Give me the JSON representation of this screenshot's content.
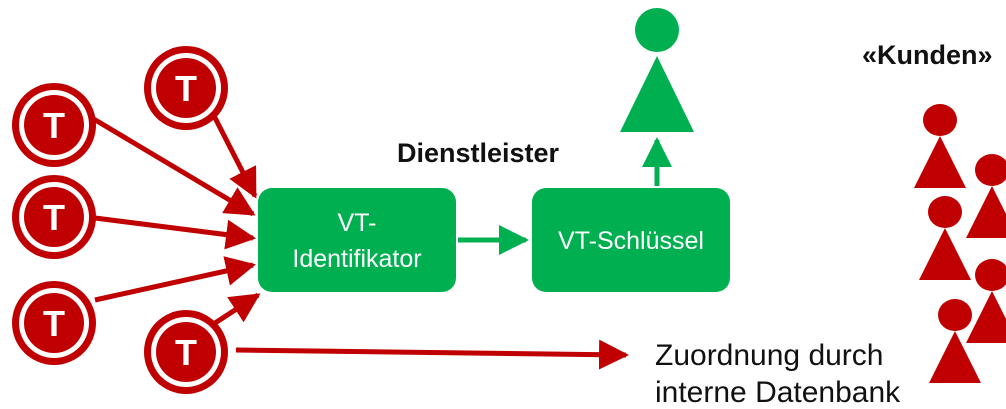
{
  "token_letter": "T",
  "identifier_box": {
    "line1": "VT-",
    "line2": "Identifikator"
  },
  "key_box": {
    "label": "VT-Schlüssel"
  },
  "service_provider_label": "Dienstleister",
  "customers_label": "«Kunden»",
  "mapping_label": {
    "line1": "Zuordnung durch",
    "line2": "interne Datenbank"
  },
  "colors": {
    "red": "#c00000",
    "green": "#00b050",
    "white": "#ffffff",
    "text": "#111111"
  }
}
